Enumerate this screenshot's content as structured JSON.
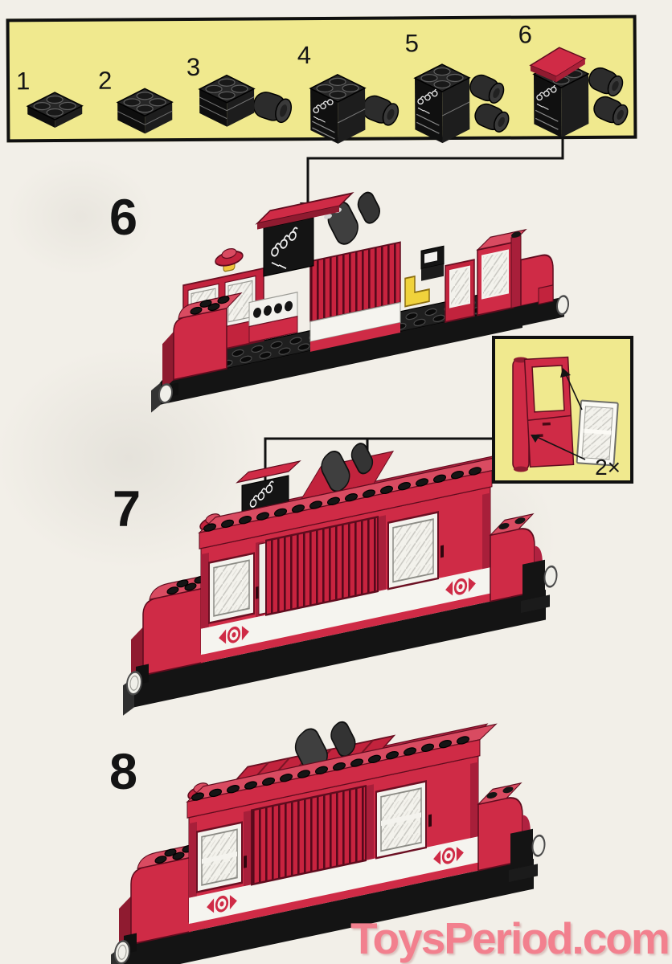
{
  "page": {
    "watermark": "ToysPeriod.com",
    "background_color": "#f2efe8",
    "description": "LEGO building instructions page, steps 6-8, red locomotive"
  },
  "parts_panel": {
    "substeps": [
      {
        "label": "1",
        "piece": "black 2x2 plate"
      },
      {
        "label": "2",
        "piece": "black 2x2 brick stack"
      },
      {
        "label": "3",
        "piece": "black brick stack with engine cylinder"
      },
      {
        "label": "4",
        "piece": "black engine block with gauge print"
      },
      {
        "label": "5",
        "piece": "black engine block with two cylinders"
      },
      {
        "label": "6",
        "piece": "engine block with red plate on top"
      }
    ]
  },
  "steps": [
    {
      "number": "6",
      "illustration": "locomotive chassis with engine assembly being placed"
    },
    {
      "number": "7",
      "illustration": "locomotive body with doors being inserted"
    },
    {
      "number": "8",
      "illustration": "finished locomotive"
    }
  ],
  "inset": {
    "quantity_label": "2×",
    "piece": "red train door frame with glass pane"
  },
  "colors": {
    "brick_red": "#cf2b46",
    "brick_red_dark": "#8f1b30",
    "panel_yellow": "#f0e98e",
    "watermark_pink": "#f2808e",
    "stripe_white": "#f5f4ef"
  }
}
